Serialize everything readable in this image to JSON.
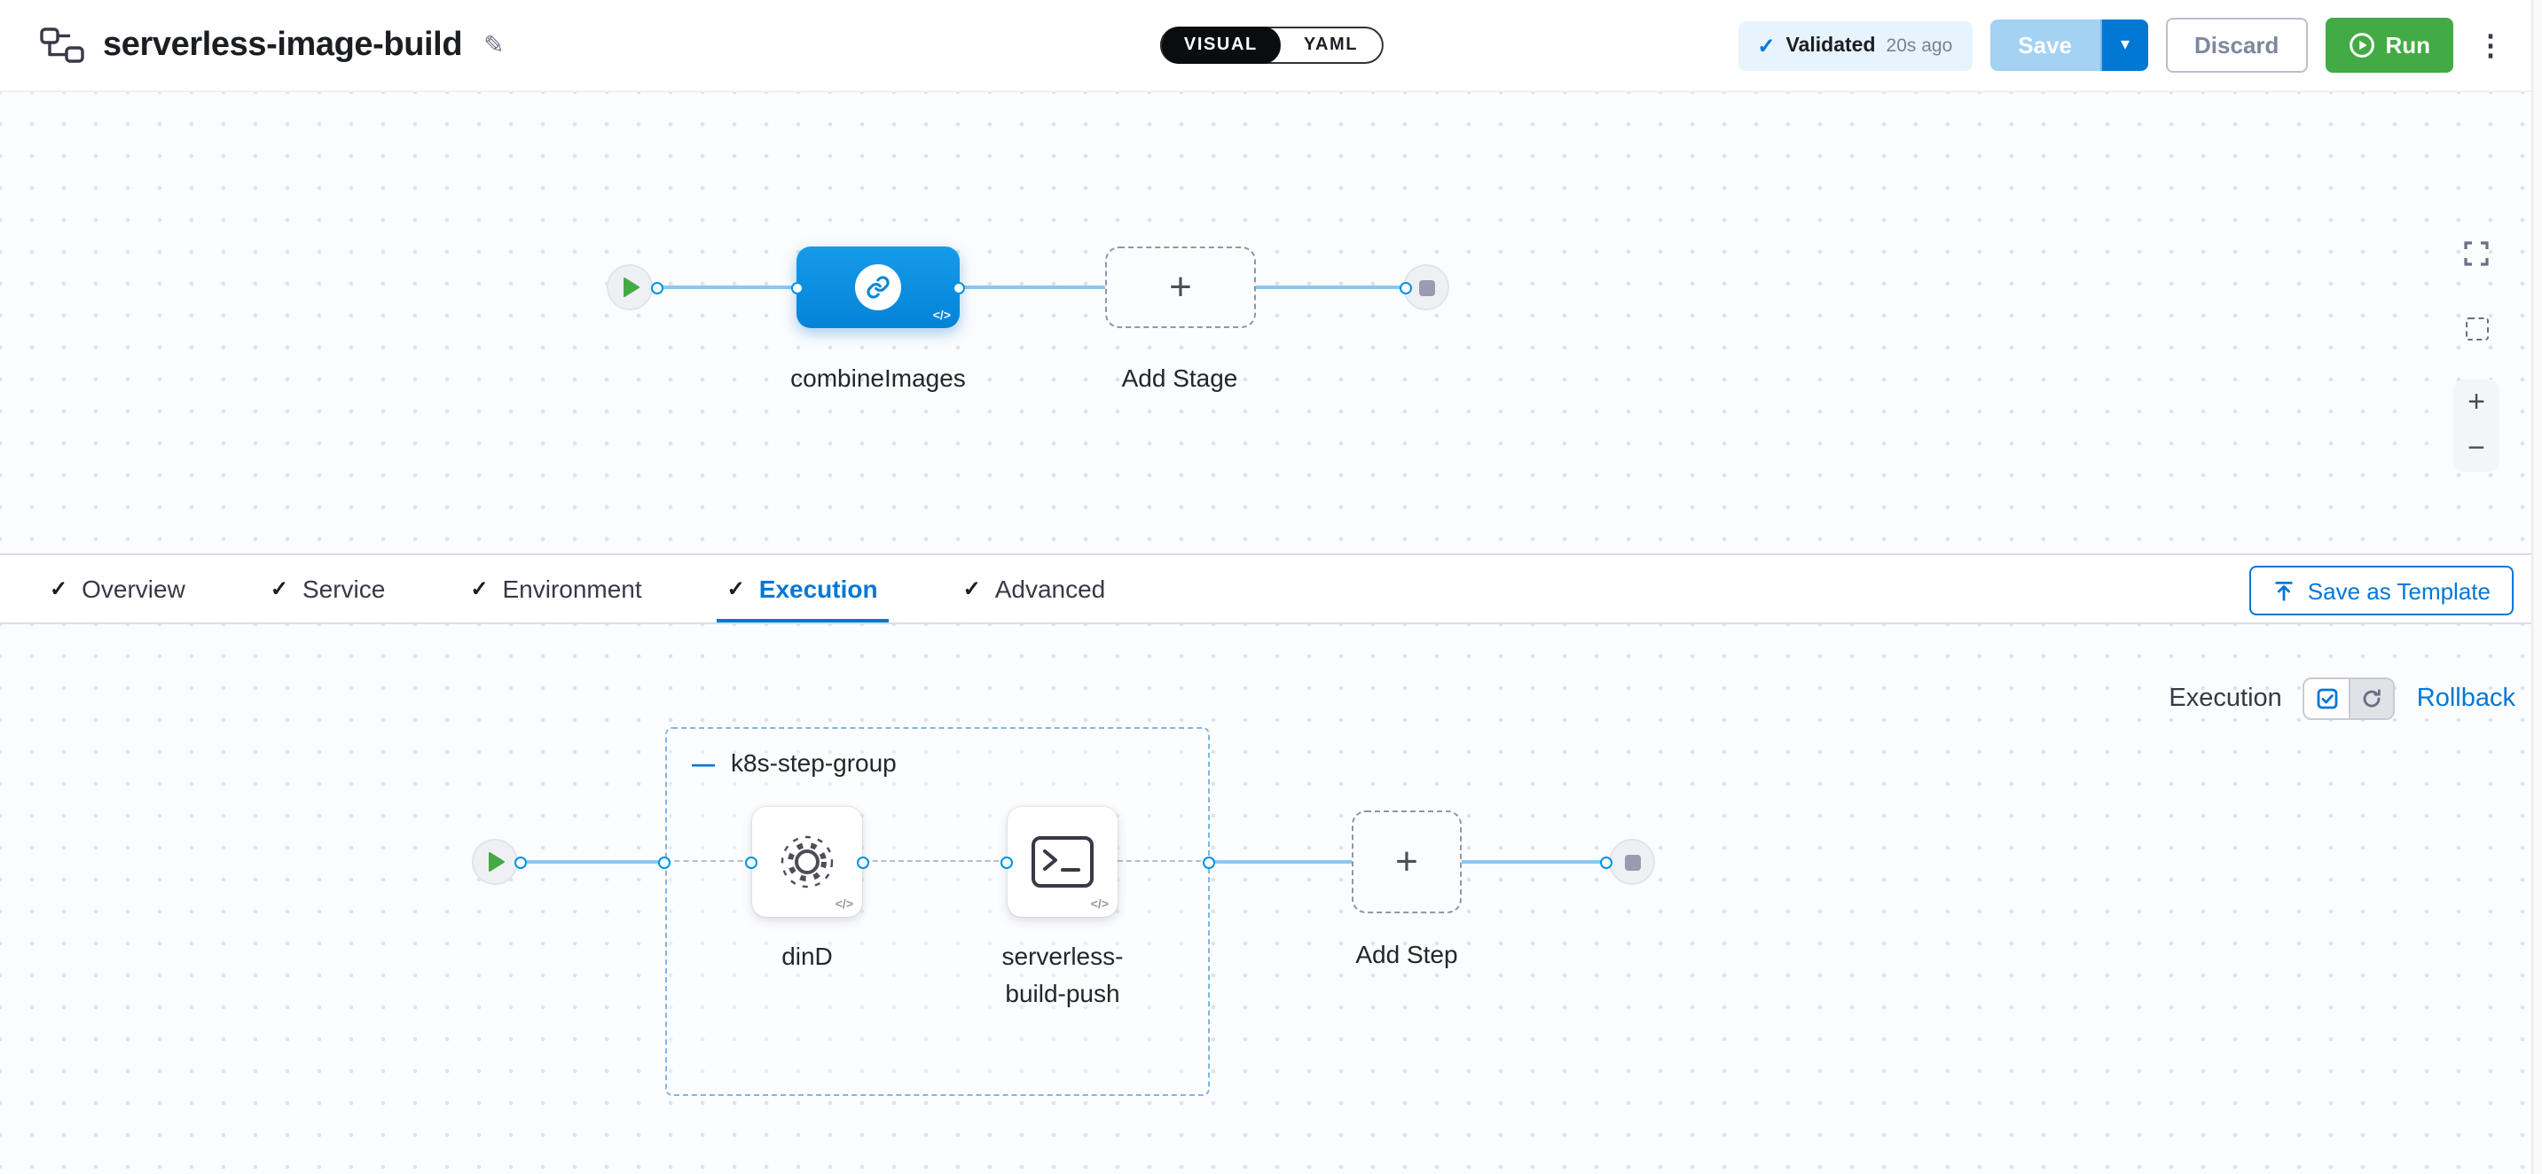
{
  "colors": {
    "accent_blue": "#0278d5",
    "stage_node_blue": "#0092e4",
    "run_green": "#42ab45",
    "validated_badge_bg": "#e8f4fd"
  },
  "icons": {
    "check": "✓",
    "chevron_down": "▾",
    "kebab": "⋮",
    "edit": "✎",
    "plus": "+",
    "zoom_in": "+",
    "zoom_out": "−",
    "collapse_minus": "—",
    "code": "</>"
  },
  "header": {
    "title": "serverless-image-build",
    "view_toggle": {
      "visual_label": "VISUAL",
      "yaml_label": "YAML"
    },
    "validation": {
      "label": "Validated",
      "time_ago": "20s ago"
    },
    "buttons": {
      "save": "Save",
      "discard": "Discard",
      "run": "Run"
    }
  },
  "stage_canvas": {
    "stage_label": "combineImages",
    "add_stage_label": "Add Stage"
  },
  "tab_bar": {
    "tabs": [
      {
        "label": "Overview",
        "active": false
      },
      {
        "label": "Service",
        "active": false
      },
      {
        "label": "Environment",
        "active": false
      },
      {
        "label": "Execution",
        "active": true
      },
      {
        "label": "Advanced",
        "active": false
      }
    ],
    "save_as_template_label": "Save as Template"
  },
  "execution_canvas": {
    "mode_label": "Execution",
    "rollback_label": "Rollback",
    "group_label": "k8s-step-group",
    "steps": [
      {
        "name": "dinD"
      },
      {
        "name": "serverless-build-push"
      }
    ],
    "add_step_label": "Add Step"
  }
}
